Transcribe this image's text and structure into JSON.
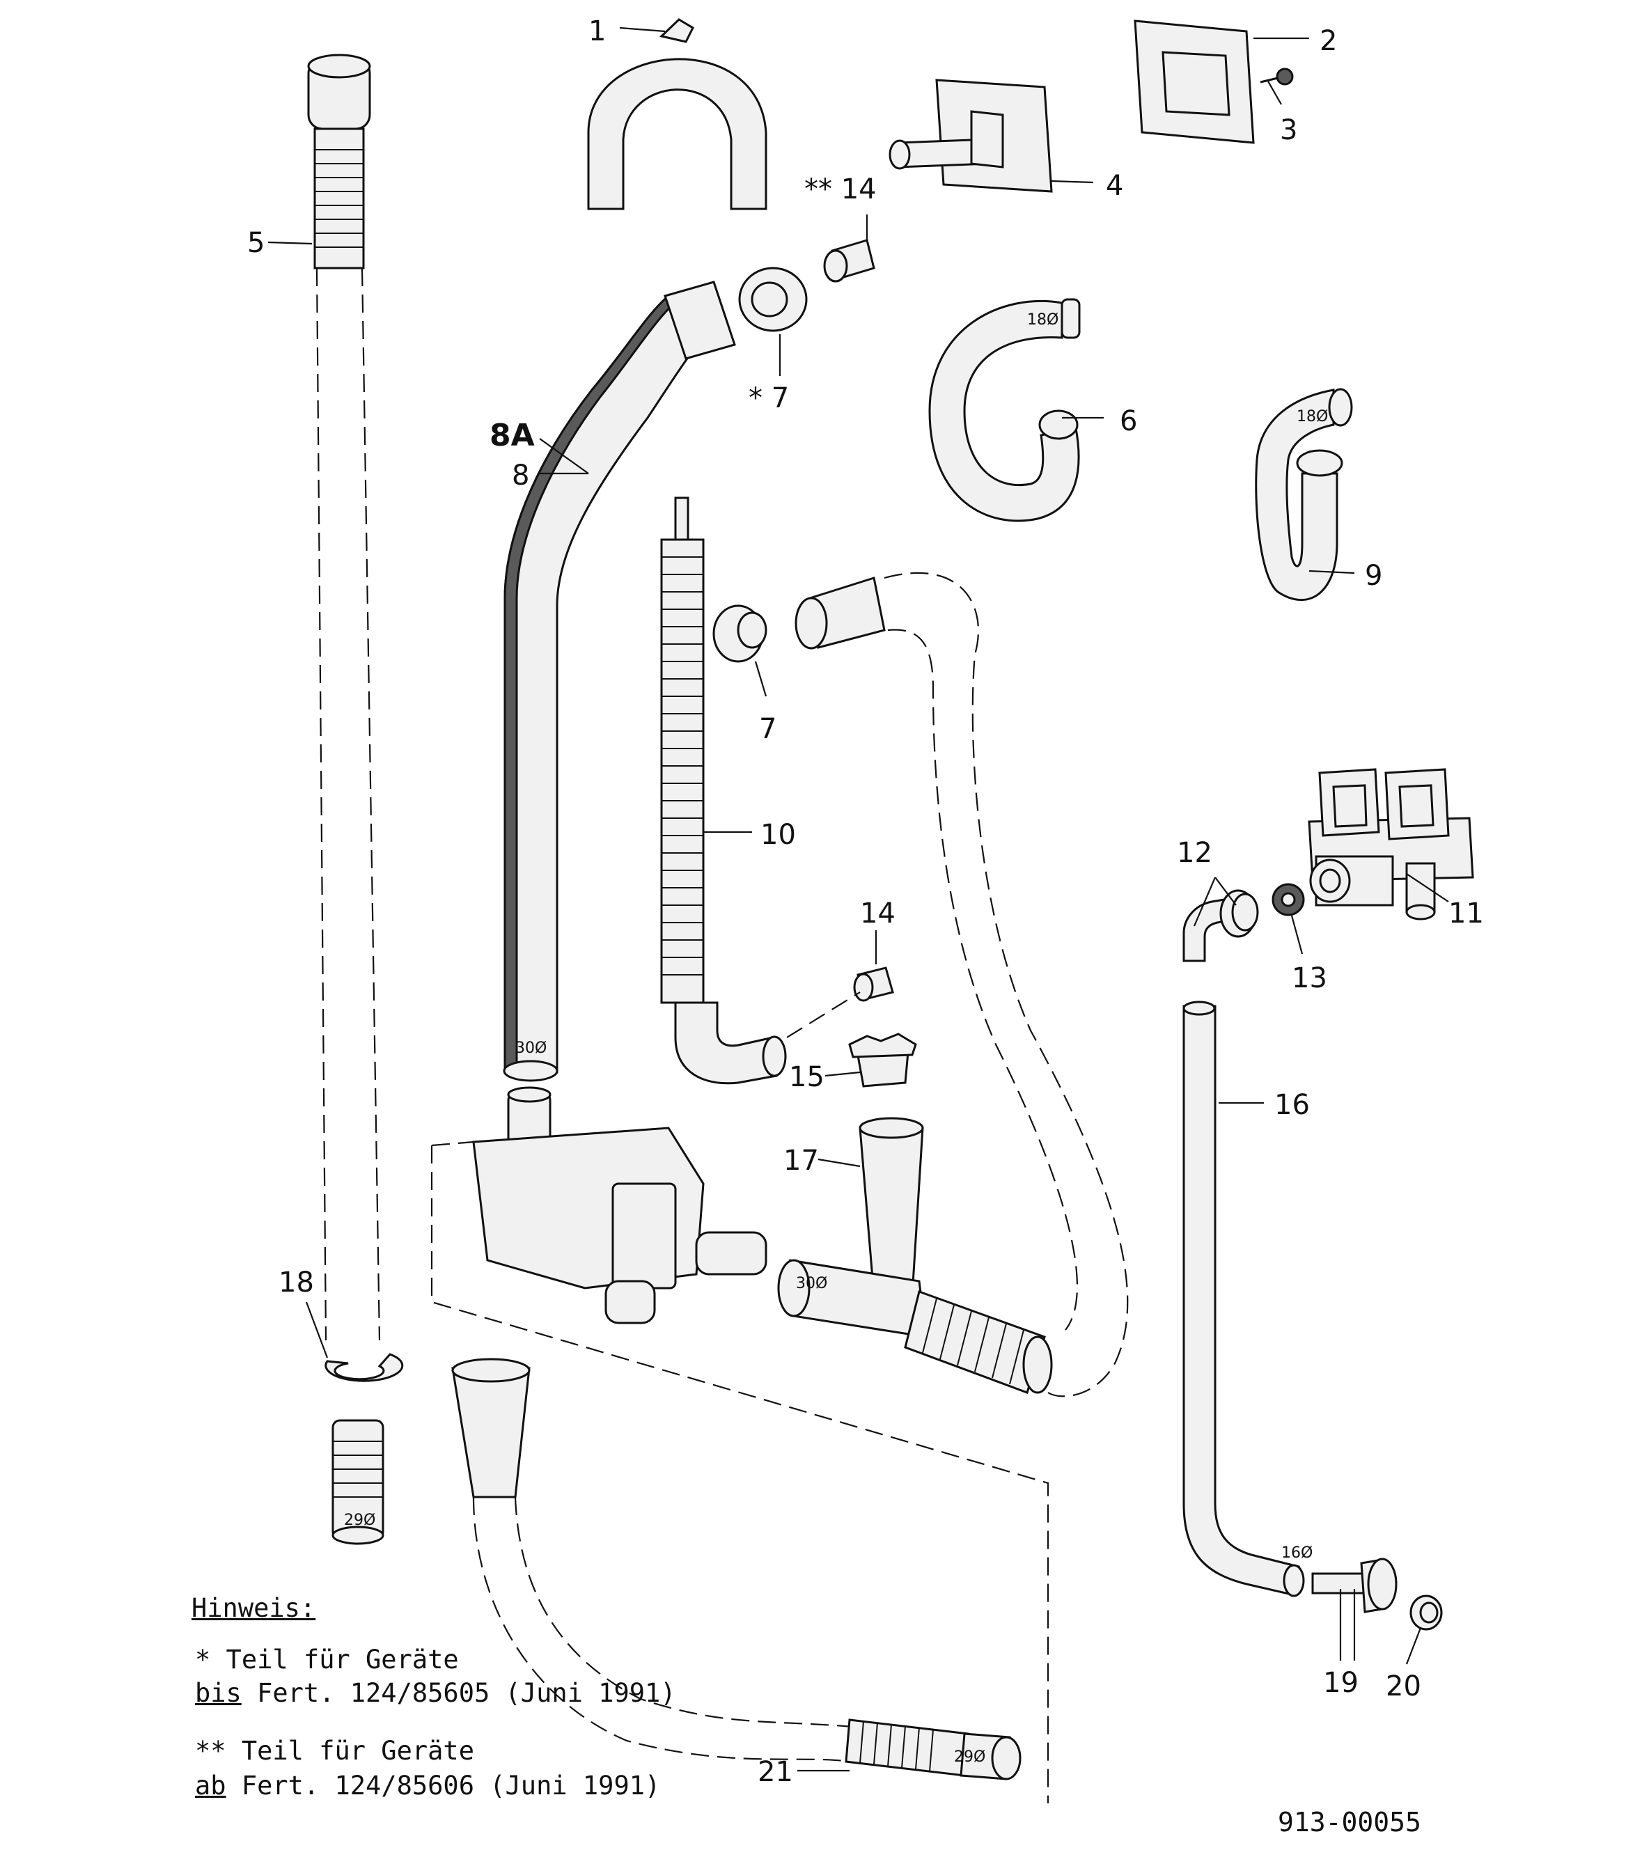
{
  "callouts": {
    "c1": "1",
    "c2": "2",
    "c3": "3",
    "c4": "4",
    "c5": "5",
    "c6": "6",
    "c7_star": "* 7",
    "c7": "7",
    "c8a": "8A",
    "c8": "8",
    "c9": "9",
    "c10": "10",
    "c11": "11",
    "c12": "12",
    "c13": "13",
    "c14_dstar": "** 14",
    "c14": "14",
    "c15": "15",
    "c16": "16",
    "c17": "17",
    "c18": "18",
    "c19": "19",
    "c20": "20",
    "c21": "21"
  },
  "diameters": {
    "d18_a": "18Ø",
    "d18_b": "18Ø",
    "d30_a": "30Ø",
    "d30_b": "30Ø",
    "d29_a": "29Ø",
    "d29_b": "29Ø",
    "d16": "16Ø"
  },
  "note": {
    "heading": "Hinweis:",
    "line1": "* Teil für Geräte",
    "line2_prefix": "bis",
    "line2_rest": " Fert. 124/85605 (Juni 1991)",
    "line3": "** Teil für Geräte",
    "line4_prefix": "ab",
    "line4_rest": " Fert. 124/85606 (Juni 1991)"
  },
  "drawing_number": "913-00055"
}
